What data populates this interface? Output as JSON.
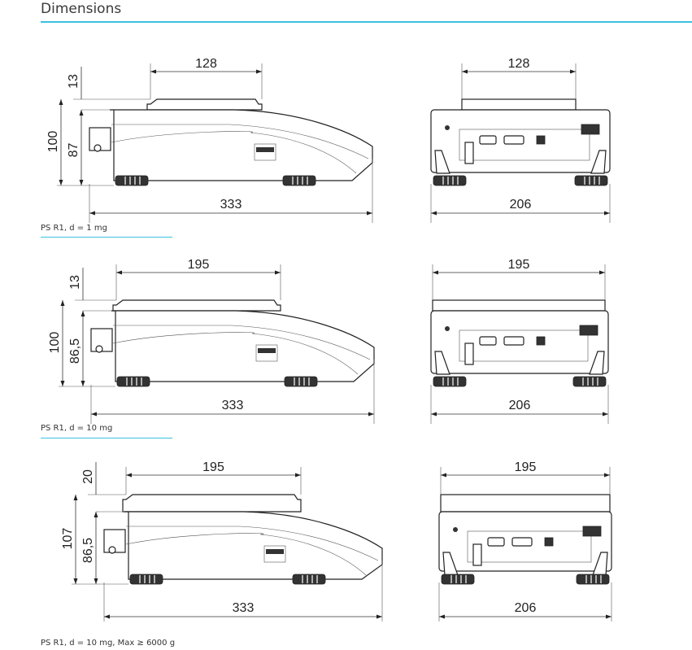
{
  "header": {
    "title": "Dimensions"
  },
  "variants": [
    {
      "caption": "PS R1, d = 1 mg",
      "side": {
        "pan_width": "128",
        "top_height": "13",
        "total_height": "100",
        "body_height": "87",
        "length": "333"
      },
      "front": {
        "pan_width": "128",
        "width": "206"
      }
    },
    {
      "caption": "PS R1, d = 10 mg",
      "side": {
        "pan_width": "195",
        "top_height": "13",
        "total_height": "100",
        "body_height": "86,5",
        "length": "333"
      },
      "front": {
        "pan_width": "195",
        "width": "206"
      }
    },
    {
      "caption": "PS R1, d = 10 mg, Max ≥ 6000 g",
      "side": {
        "pan_width": "195",
        "top_height": "20",
        "total_height": "107",
        "body_height": "86,5",
        "length": "333"
      },
      "front": {
        "pan_width": "195",
        "width": "206"
      }
    }
  ]
}
